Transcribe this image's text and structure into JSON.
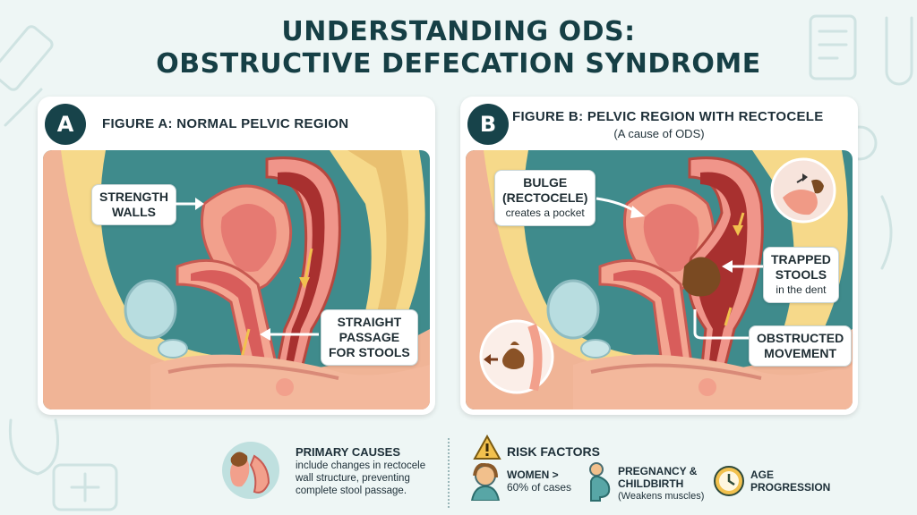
{
  "title": {
    "line1": "UNDERSTANDING ODS:",
    "line2": "OBSTRUCTIVE DEFECATION SYNDROME"
  },
  "figure_a": {
    "badge": "A",
    "title": "FIGURE A: NORMAL PELVIC REGION",
    "callouts": {
      "strength_line1": "STRENGTH",
      "strength_line2": "WALLS",
      "passage_line1": "STRAIGHT",
      "passage_line2": "PASSAGE",
      "passage_line3": "FOR STOOLS"
    }
  },
  "figure_b": {
    "badge": "B",
    "title": "FIGURE B: PELVIC REGION WITH RECTOCELE",
    "subtitle": "(A cause of ODS)",
    "callouts": {
      "bulge_line1": "BULGE",
      "bulge_line2": "(RECTOCELE)",
      "bulge_small": "creates a pocket",
      "trapped_line1": "TRAPPED",
      "trapped_line2": "STOOLS",
      "trapped_small": "in the dent",
      "obstructed_line1": "OBSTRUCTED",
      "obstructed_line2": "MOVEMENT"
    }
  },
  "primary_causes": {
    "title": "PRIMARY CAUSES",
    "text": "include changes in rectocele wall structure, preventing complete stool passage."
  },
  "risk_factors": {
    "title": "RISK FACTORS",
    "items": [
      {
        "line1": "WOMEN >",
        "line2": "60% of cases"
      },
      {
        "line1": "PREGNANCY &",
        "line2": "CHILDBIRTH",
        "small": "(Weakens muscles)"
      },
      {
        "line1": "AGE",
        "line2": "PROGRESSION"
      }
    ]
  },
  "colors": {
    "teal_bg": "#3f8b8c",
    "tissue": "#f3a08a",
    "tissue_dark": "#c85a52",
    "fat": "#f6d98a",
    "title": "#163f45"
  }
}
